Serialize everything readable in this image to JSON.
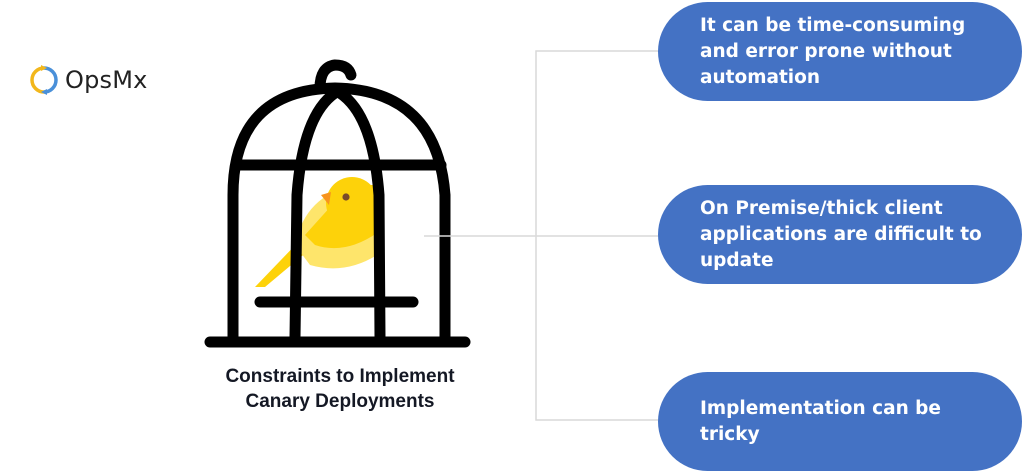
{
  "brand": {
    "name": "OpsMx",
    "logo_icon": "circular-arrows-icon",
    "colors": {
      "logo_yellow": "#f2b71c",
      "logo_blue": "#4a90d9",
      "pill": "#4472c4",
      "canary": "#fdd20a",
      "canary_light": "#fee56b",
      "beak": "#f7941d",
      "eye": "#7a4a2a"
    }
  },
  "illustration": {
    "icon": "birdcage-with-canary-icon",
    "caption_line1": "Constraints to Implement",
    "caption_line2": "Canary Deployments"
  },
  "constraints": [
    {
      "line1": "It can be time-consuming",
      "line2": "and error prone without",
      "line3": "automation"
    },
    {
      "line1": "On Premise/thick client",
      "line2": "applications are difficult to",
      "line3": "update"
    },
    {
      "line1": "Implementation can be",
      "line2": "tricky"
    }
  ]
}
